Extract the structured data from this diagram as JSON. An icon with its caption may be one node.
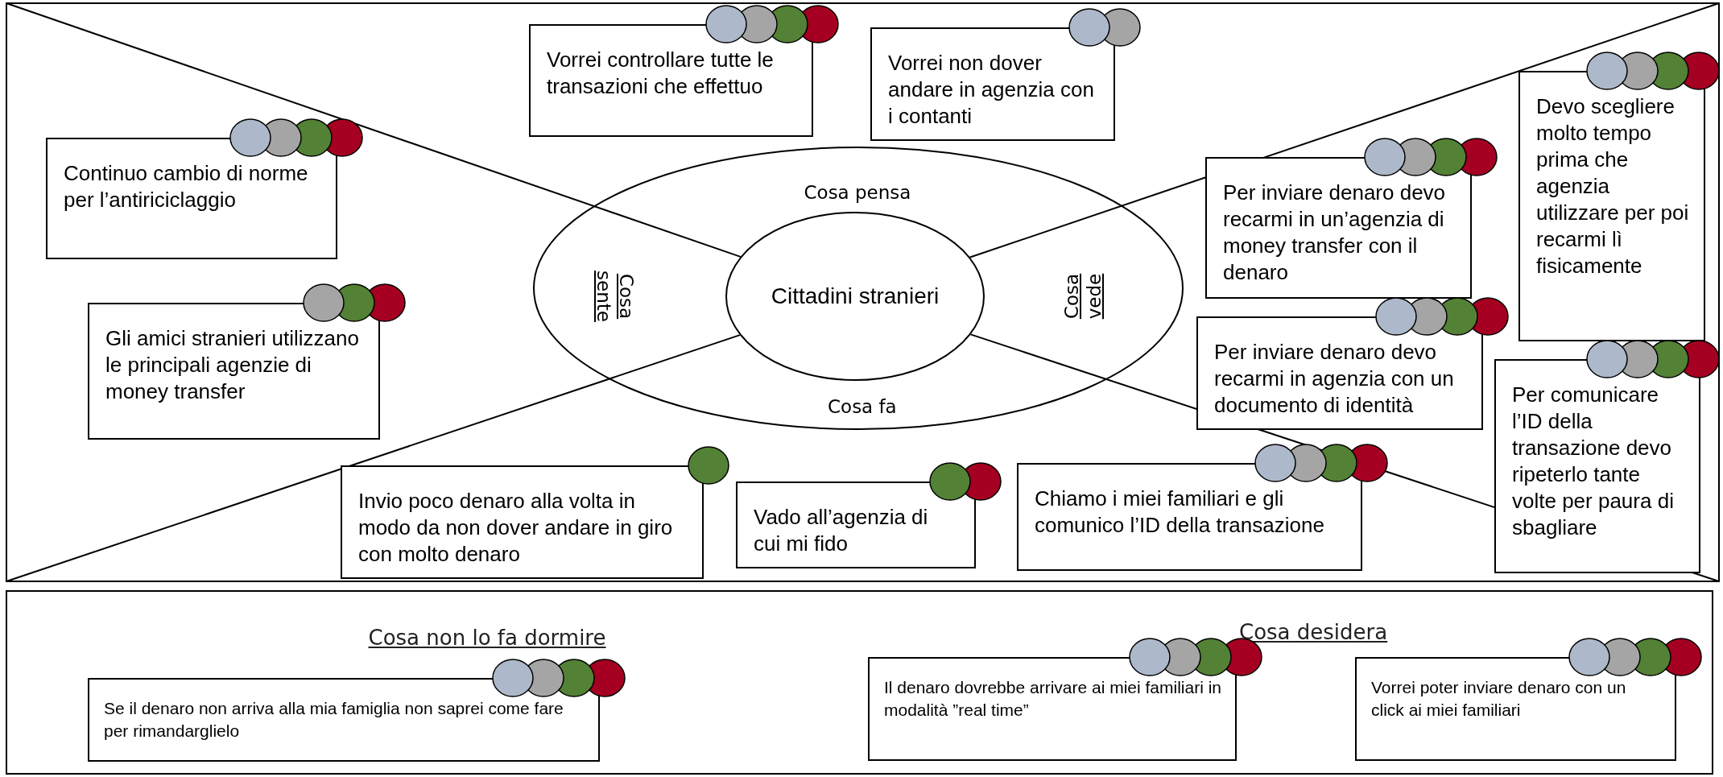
{
  "diagram": {
    "nodes": [
      {
        "text": [
          "Vorrei controllare tutte le transazioni che effettuo"
        ]
      },
      {
        "text": [
          "Vorrei non dover andare in agenzia con i contanti"
        ]
      },
      {
        "text": [
          "Continuo cambio di norme per l’antiriciclaggio"
        ]
      },
      {
        "text": [
          "Devo scegliere molto tempo prima che agenzia utilizzare per poi recarmi lì fisicamente"
        ]
      },
      {
        "text": [
          "Per inviare denaro devo recarmi in un’agenzia di money transfer con il denaro"
        ]
      },
      {
        "text": [
          "Cittadini stranieri"
        ]
      },
      {
        "text": [
          "Gli amici stranieri utilizzano le principali agenzie di money transfer"
        ]
      },
      {
        "text": [
          "Per inviare denaro devo recarmi in agenzia con un documento di identità"
        ]
      },
      {
        "text": [
          "Per comunicare l’ID della transazione devo ripeterlo tante volte per paura di sbagliare"
        ]
      },
      {
        "text": [
          "Invio poco denaro alla volta in modo da non dover andare in giro con molto denaro"
        ]
      },
      {
        "text": [
          "Vado all’agenzia di cui mi fido"
        ]
      },
      {
        "text": [
          "Chiamo i miei familiari e gli comunico l’ID della transazione"
        ]
      },
      {
        "text": [
          "Se il denaro non arriva alla mia famiglia non saprei come fare per rimandarglielo"
        ]
      },
      {
        "text": [
          "Il denaro dovrebbe arrivare ai miei familiari in modalità ”real time”"
        ]
      },
      {
        "text": [
          "Vorrei poter inviare denaro con un click ai miei familiari"
        ]
      }
    ],
    "labels": [
      "Cosa pensa",
      "Cosa sente",
      "Cosa vede",
      "Cosa fa",
      "Cosa non lo fa dormire",
      "Cosa desidera"
    ]
  }
}
